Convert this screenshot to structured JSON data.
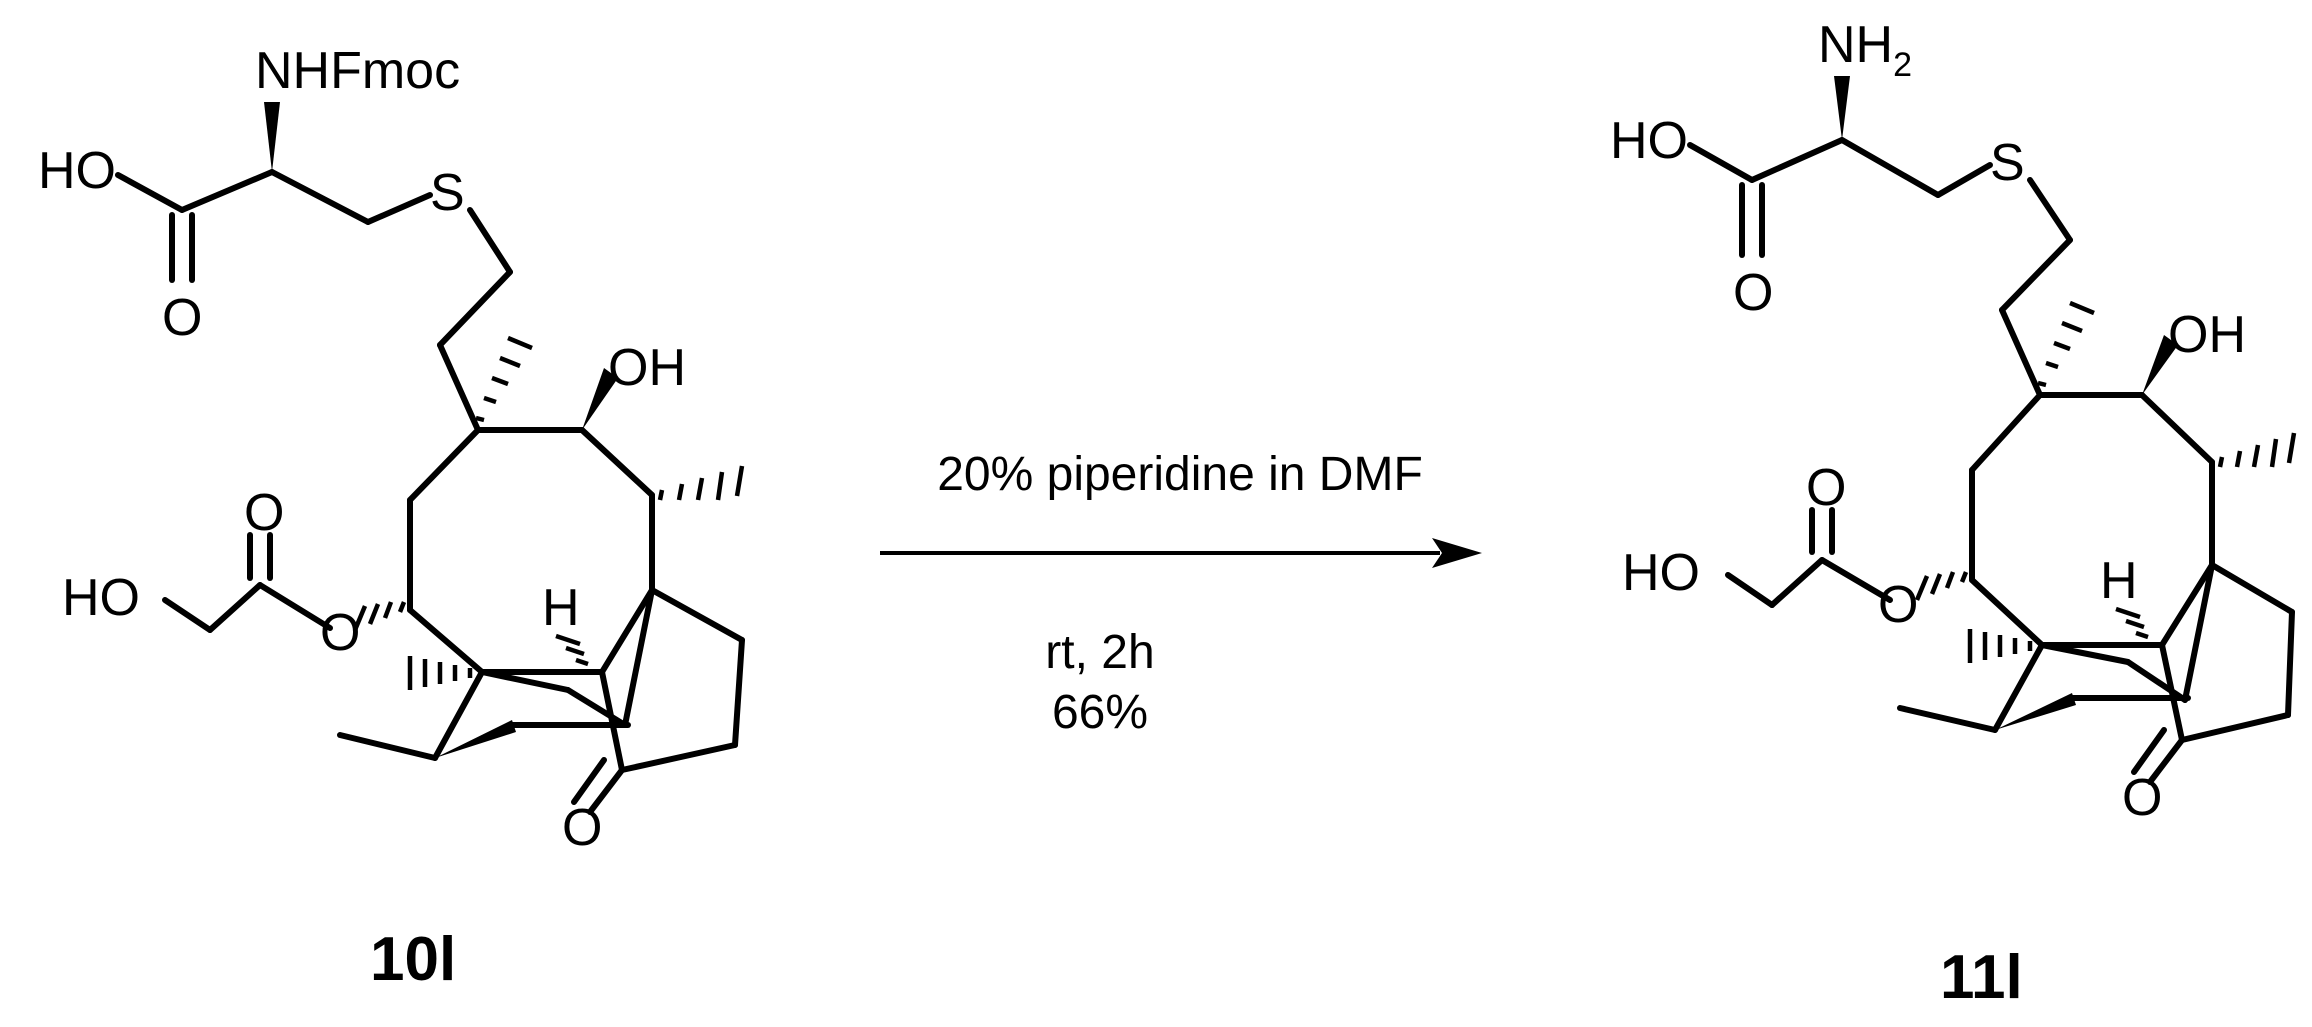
{
  "reaction": {
    "reagent": "20% piperidine in DMF",
    "conditions_line1": "rt, 2h",
    "conditions_line2": "66%"
  },
  "reactant": {
    "label": "10l",
    "atoms": {
      "nhfmoc": "NHFmoc",
      "ho_acid": "HO",
      "o_acid": "O",
      "s": "S",
      "oh": "OH",
      "o_ester_carbonyl": "O",
      "ho_glycolate": "HO",
      "o_ester": "O",
      "h": "H",
      "o_ketone": "O"
    }
  },
  "product": {
    "label": "11l",
    "atoms": {
      "nh": "NH",
      "nh_sub": "2",
      "ho_acid": "HO",
      "o_acid": "O",
      "s": "S",
      "oh": "OH",
      "o_ester_carbonyl": "O",
      "ho_glycolate": "HO",
      "o_ester": "O",
      "h": "H",
      "o_ketone": "O"
    }
  }
}
